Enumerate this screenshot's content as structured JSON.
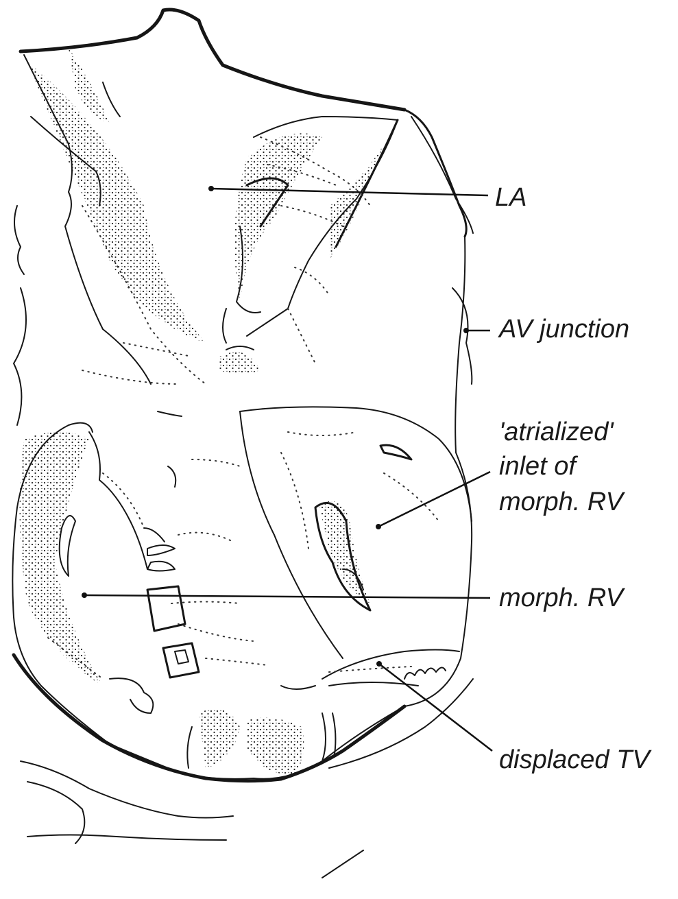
{
  "labels": {
    "la": "LA",
    "av_junction": "AV junction",
    "atrialized_line1": "'atrialized'",
    "atrialized_line2": "inlet of",
    "atrialized_line3": "morph. RV",
    "morph_rv": "morph. RV",
    "displaced_tv": "displaced TV"
  }
}
